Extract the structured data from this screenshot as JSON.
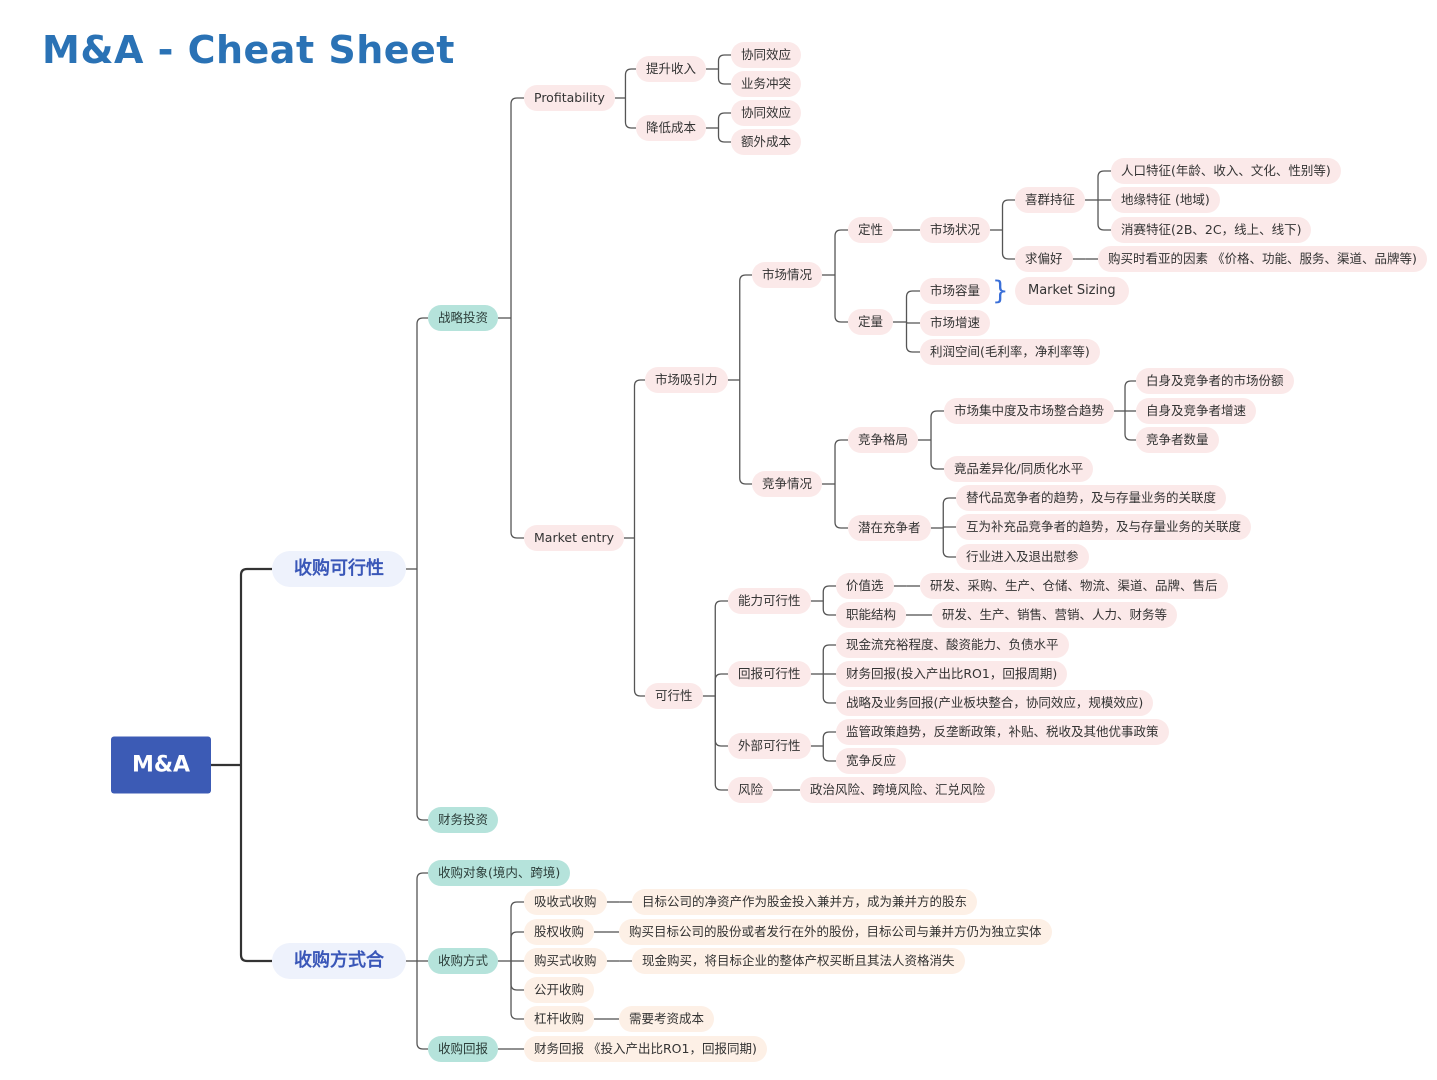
{
  "title": "M&A - Cheat Sheet",
  "colors": {
    "title": "#2a72b5",
    "root": "#3c5bb5",
    "line": "#555555",
    "brace": "#3a6fd8"
  },
  "nodes": {
    "root": "M&A",
    "feasibility": "收购可行性",
    "method": "收购方式合",
    "strategic": "战略投资",
    "financial": "财务投资",
    "profitability": "Profitability",
    "revenue_up": "提升收入",
    "rev_synergy": "协同效应",
    "rev_conflict": "业务冲突",
    "cost_down": "降低成本",
    "cost_synergy": "协同效应",
    "cost_extra": "额外成本",
    "market_entry": "Market entry",
    "market_attract": "市场吸引力",
    "market_situation": "市场情况",
    "qualitative": "定性",
    "market_status": "市场状况",
    "customer_traits": "喜群持征",
    "demographic": "人口特征(年龄、收入、文化、性别等)",
    "geographic": "地缘特征 (地域)",
    "consumption": "消赛特征(2B、2C，线上、线下)",
    "preference": "求偏好",
    "purchase_factors": "购买时看亚的因素 《价格、功能、服务、渠道、品牌等)",
    "quantitative": "定量",
    "market_size": "市场容量",
    "market_sizing": "Market Sizing",
    "market_growth": "市场增速",
    "profit_margin": "利润空间(毛利率，净利率等)",
    "competition": "竞争情况",
    "landscape": "竞争格局",
    "concentration": "市场集中度及市场整合趋势",
    "share": "白身及竞争者的市场份额",
    "comp_growth": "自身及竞争者增速",
    "comp_count": "竞争者数量",
    "differentiation": "竟品差异化/同质化水平",
    "potential": "潜在充争者",
    "substitutes": "替代品宽争者的趋势，及与存量业务的关联度",
    "complements": "互为补充品竞争者的趋势，及与存量业务的关联度",
    "barriers": "行业进入及退出慰参",
    "feasible": "可行性",
    "capability": "能力可行性",
    "value_chain": "价值选",
    "value_chain_items": "研发、采购、生产、仓储、物流、渠道、品牌、售后",
    "functions": "职能结构",
    "functions_items": "研发、生产、销售、营销、人力、财务等",
    "return_feas": "回报可行性",
    "cashflow": "现金流充裕程度、酸资能力、负债水平",
    "fin_return": "财务回报(投入产出比RO1，回报周期)",
    "strat_return": "战略及业务回报(产业板块整合，协同效应，规模效应)",
    "external": "外部可行性",
    "policy": "监管政策趋势，反垄断政策，补贴、税收及其他优事政策",
    "comp_reaction": "宽争反应",
    "risk": "风险",
    "risk_items": "政治风险、跨境风险、汇兑风险",
    "target": "收购对象(境内、跨境)",
    "method_sub": "收购方式",
    "absorb": "吸收式收购",
    "absorb_desc": "目标公司的净资产作为股金投入兼并方，成为兼并方的股东",
    "equity": "股权收购",
    "equity_desc": "购买目标公司的股份或者发行在外的股份，目标公司与兼并方仍为独立实体",
    "purchase": "购买式收购",
    "purchase_desc": "现金购买，将目标企业的整体产权买断且其法人资格消失",
    "public": "公开收购",
    "leveraged": "杠杆收购",
    "leveraged_desc": "需要考资成本",
    "acq_return": "收购回报",
    "acq_return_desc": "财务回报 《投入产出比RO1，回报同期)"
  }
}
